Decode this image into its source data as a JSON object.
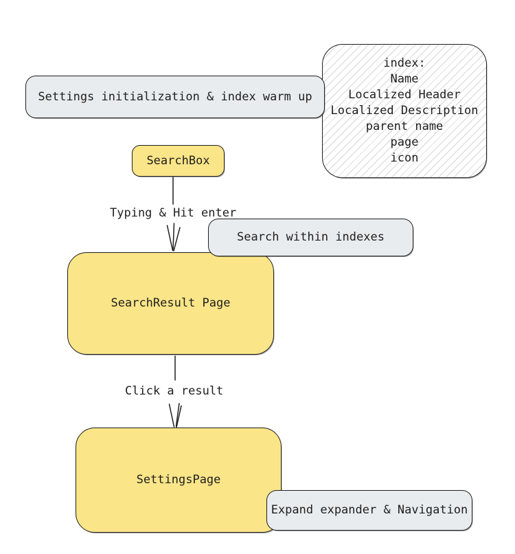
{
  "nodes": {
    "settings_init": {
      "label": "Settings initialization & index warm up"
    },
    "index": {
      "lines": [
        "index:",
        "Name",
        "Localized Header",
        "Localized Description",
        "parent name",
        "page",
        "icon"
      ]
    },
    "searchbox": {
      "label": "SearchBox"
    },
    "search_within": {
      "label": "Search within indexes"
    },
    "search_result": {
      "label": "SearchResult Page"
    },
    "settings_page": {
      "label": "SettingsPage"
    },
    "expand_nav": {
      "label": "Expand expander & Navigation"
    }
  },
  "edges": {
    "typing": {
      "label": "Typing & Hit enter"
    },
    "click": {
      "label": "Click a result"
    }
  },
  "colors": {
    "node_yellow": "#fae588",
    "node_gray": "#e9ecef",
    "stroke": "#1e1e1e",
    "hatch_line": "#d6d6d6"
  }
}
